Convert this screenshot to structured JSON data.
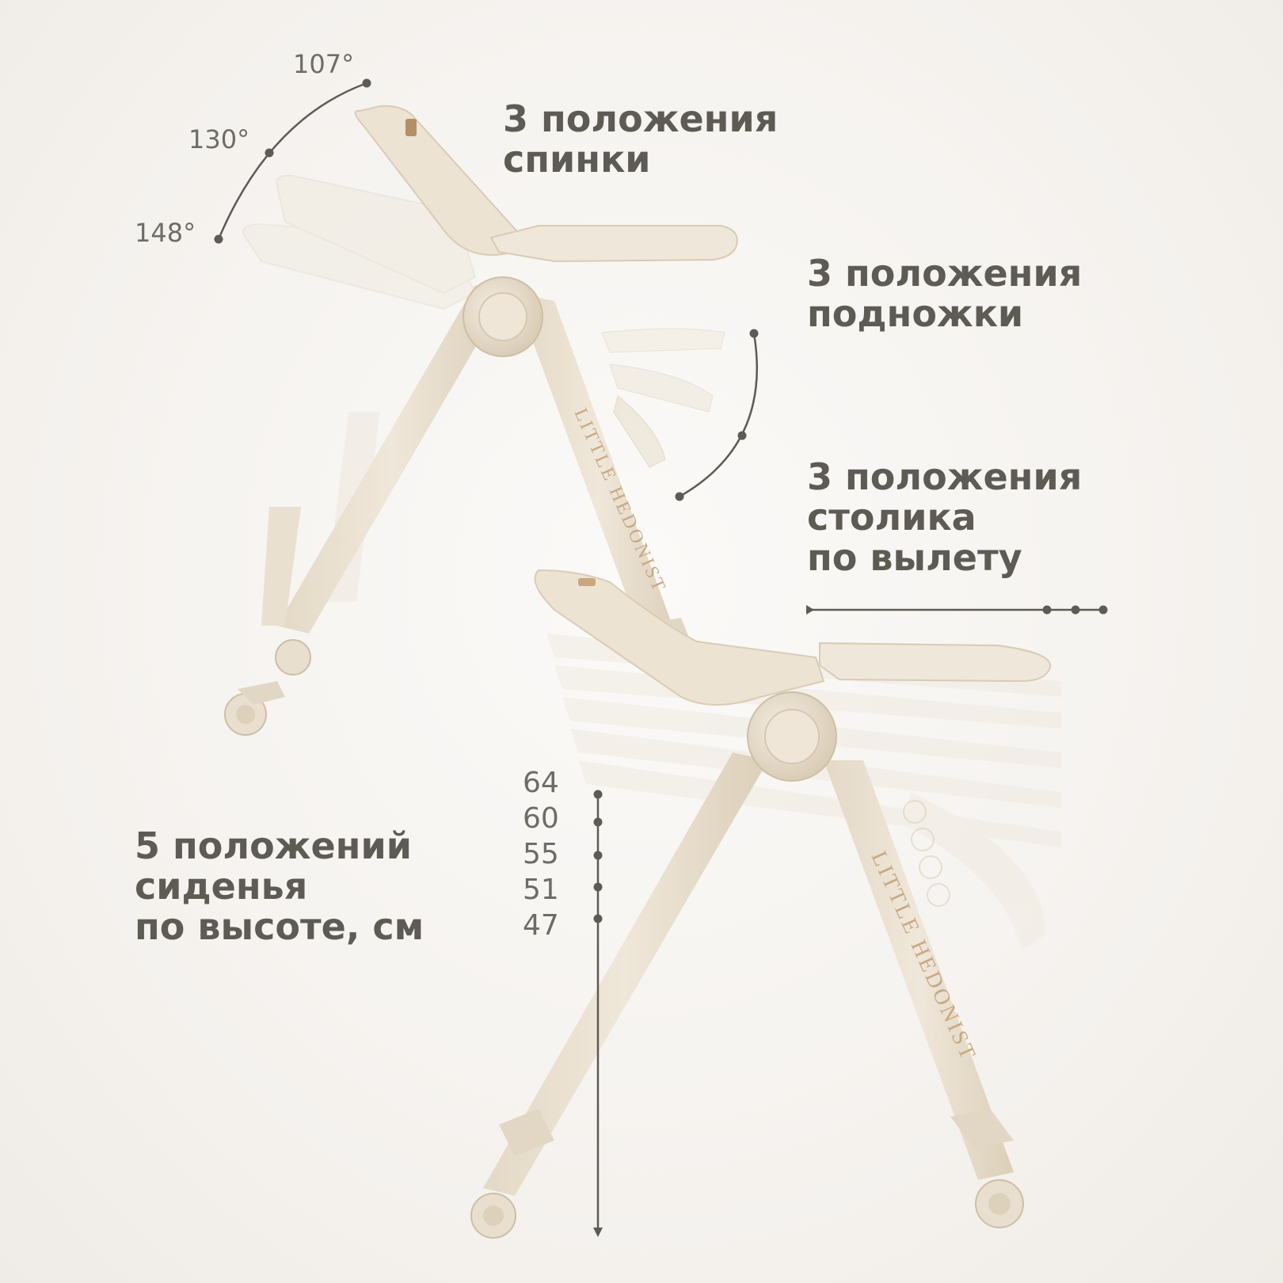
{
  "headings": {
    "backrest": "3 положения\nспинки",
    "footrest": "3 положения\nподножки",
    "tray": "3 положения\nстолика\nпо вылету",
    "seat_height": "5 положений\nсиденья\nпо высоте, см"
  },
  "backrest_angles": [
    "107°",
    "130°",
    "148°"
  ],
  "seat_heights": [
    "64",
    "60",
    "55",
    "51",
    "47"
  ],
  "brand_text": "LITTLE HEDONIST",
  "colors": {
    "background": "#f6f4f1",
    "chair": "#ece3d3",
    "chair_shadow": "#d9ccb6",
    "text": "#5e5b54",
    "brand": "#c8a882"
  }
}
